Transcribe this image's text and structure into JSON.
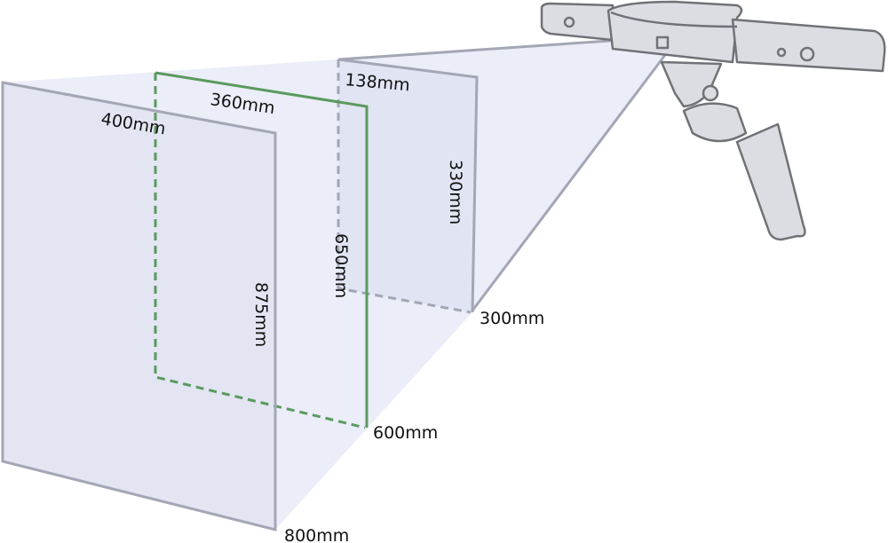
{
  "title": "Scanner working range diagram",
  "colors": {
    "frame": "#a3a6b4",
    "fill": "#e4e7f5",
    "accent_green": "#5a9a5e",
    "scanner": "#dcdde2",
    "scanner_stroke": "#707278"
  },
  "icons": {
    "device": "3d-scanner-icon"
  },
  "labels": {
    "near_distance": "300mm",
    "mid_distance": "600mm",
    "far_distance": "800mm",
    "near_width": "138mm",
    "near_height": "330mm",
    "mid_width": "360mm",
    "mid_height": "650mm",
    "far_width": "400mm",
    "far_height": "875mm"
  }
}
